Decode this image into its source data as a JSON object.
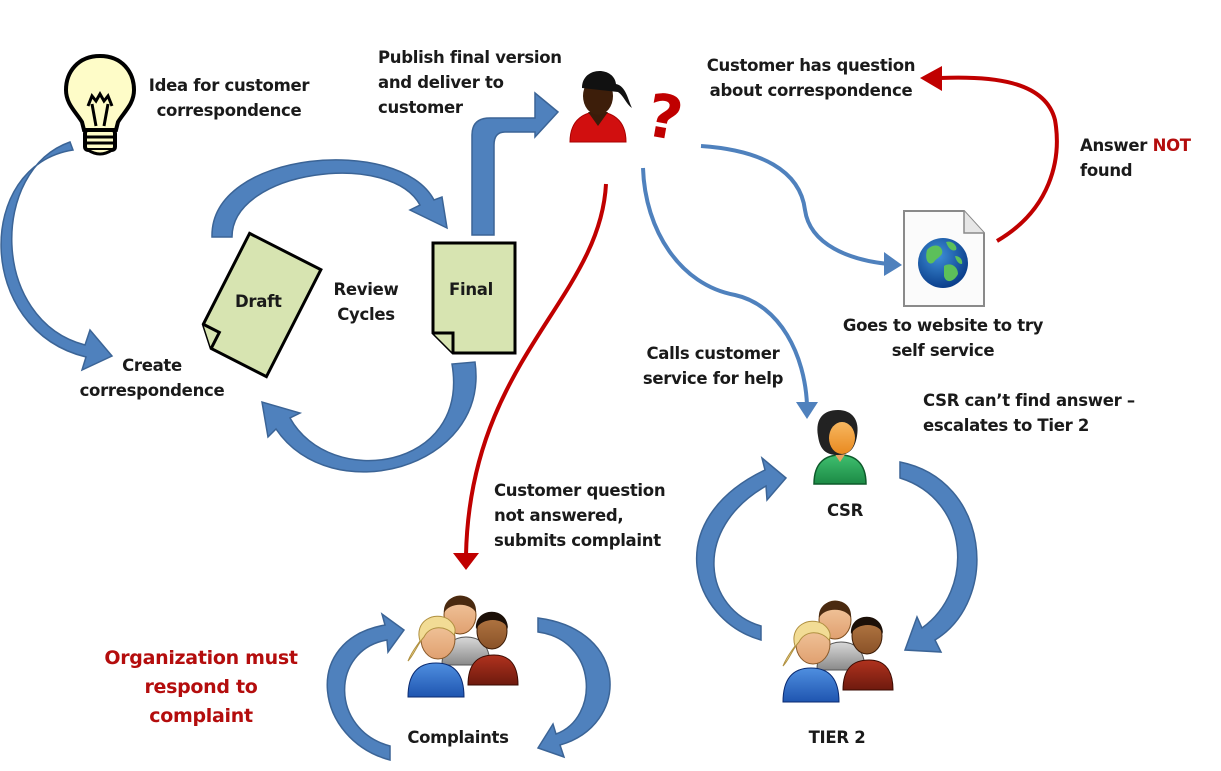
{
  "diagram": {
    "title": "Customer correspondence lifecycle",
    "colors": {
      "blue_arrow": "#4f81bd",
      "blue_arrow_dark": "#3b6496",
      "red_arrow": "#c00000",
      "doc_fill": "#d7e4b1",
      "text": "#1a1a1a",
      "emphasis": "#b40d0d"
    },
    "nodes": {
      "idea": {
        "icon": "lightbulb-icon",
        "label_lines": [
          "Idea for customer",
          "correspondence"
        ]
      },
      "create": {
        "label_lines": [
          "Create",
          "correspondence"
        ]
      },
      "draft": {
        "icon": "document-icon",
        "label": "Draft"
      },
      "review": {
        "label_lines": [
          "Review",
          "Cycles"
        ]
      },
      "final": {
        "icon": "document-icon",
        "label": "Final"
      },
      "publish": {
        "label_lines": [
          "Publish final version",
          "and deliver to",
          "customer"
        ]
      },
      "customer": {
        "icon": "customer-person-icon",
        "question_icon": "question-mark-icon"
      },
      "customer_question": {
        "label_lines": [
          "Customer has question",
          "about correspondence"
        ]
      },
      "answer_not_found": {
        "label_prefix": "Answer ",
        "label_emphasis": "NOT",
        "label_line2": "found"
      },
      "website": {
        "icon": "web-page-globe-icon",
        "label_lines": [
          "Goes to website to try",
          "self service"
        ]
      },
      "calls": {
        "label_lines": [
          "Calls customer",
          "service for help"
        ]
      },
      "csr": {
        "icon": "csr-person-icon",
        "label": "CSR"
      },
      "escalates": {
        "label_lines": [
          "CSR can’t find answer –",
          "escalates to Tier 2"
        ]
      },
      "tier2": {
        "icon": "group-people-icon",
        "label": "TIER 2"
      },
      "not_answered": {
        "label_lines": [
          "Customer question",
          "not answered,",
          "submits complaint"
        ]
      },
      "complaints": {
        "icon": "group-people-icon",
        "label": "Complaints"
      },
      "org_must": {
        "label_lines": [
          "Organization must",
          "respond to",
          "complaint"
        ]
      }
    }
  }
}
